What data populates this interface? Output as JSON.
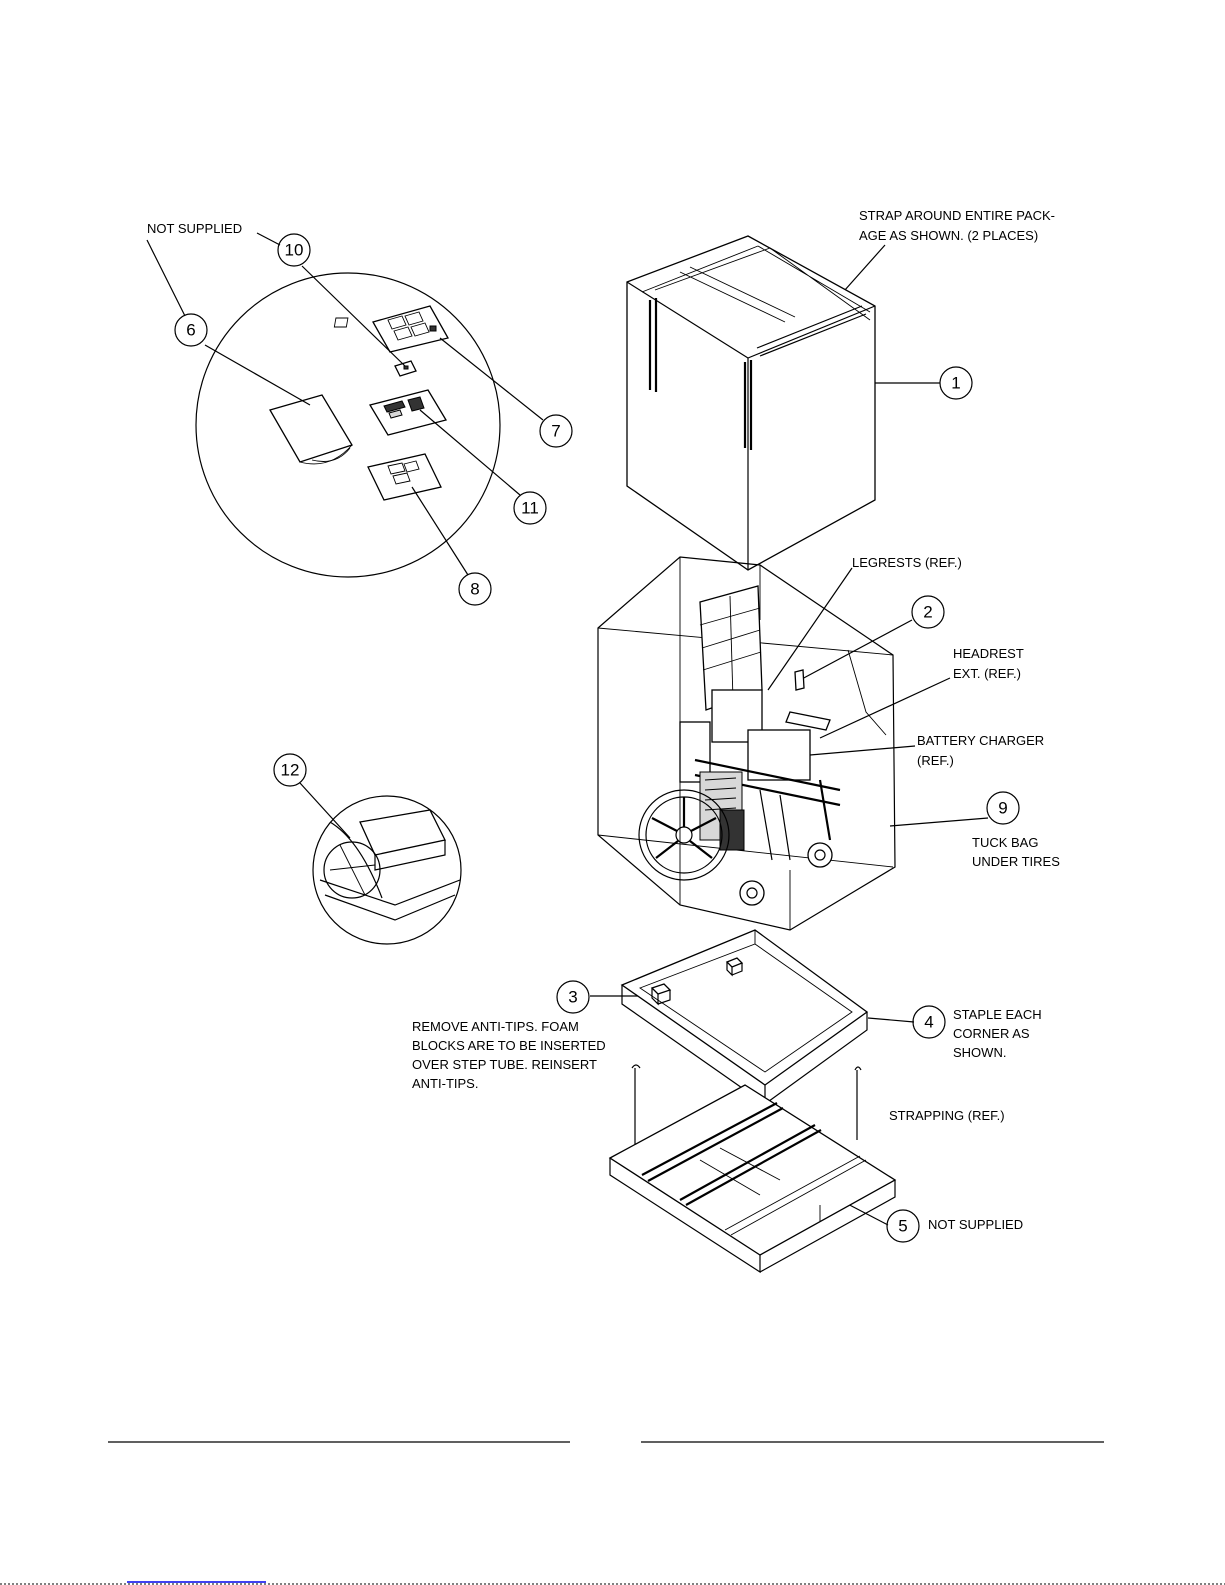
{
  "callouts": {
    "c1": "1",
    "c2": "2",
    "c3": "3",
    "c4": "4",
    "c5": "5",
    "c6": "6",
    "c7": "7",
    "c8": "8",
    "c9": "9",
    "c10": "10",
    "c11": "11",
    "c12": "12"
  },
  "labels": {
    "not_supplied_top": "NOT SUPPLIED",
    "strap_line1": "STRAP AROUND ENTIRE PACK-",
    "strap_line2": "AGE AS SHOWN. (2 PLACES)",
    "legrests": "LEGRESTS (REF.)",
    "headrest_line1": "HEADREST",
    "headrest_line2": "EXT. (REF.)",
    "battery_line1": "BATTERY CHARGER",
    "battery_line2": "(REF.)",
    "tuck_line1": "TUCK BAG",
    "tuck_line2": "UNDER TIRES",
    "staple_line1": "STAPLE EACH",
    "staple_line2": "CORNER AS",
    "staple_line3": "SHOWN.",
    "remove_line1": "REMOVE  ANTI-TIPS.  FOAM",
    "remove_line2": "BLOCKS ARE TO BE INSERTED",
    "remove_line3": "OVER  STEP  TUBE.  REINSERT",
    "remove_line4": "ANTI-TIPS.",
    "strapping": "STRAPPING (REF.)",
    "not_supplied_bottom": "NOT SUPPLIED"
  },
  "colors": {
    "ink": "#000000",
    "paper": "#ffffff",
    "link_blue": "#0000ee"
  }
}
